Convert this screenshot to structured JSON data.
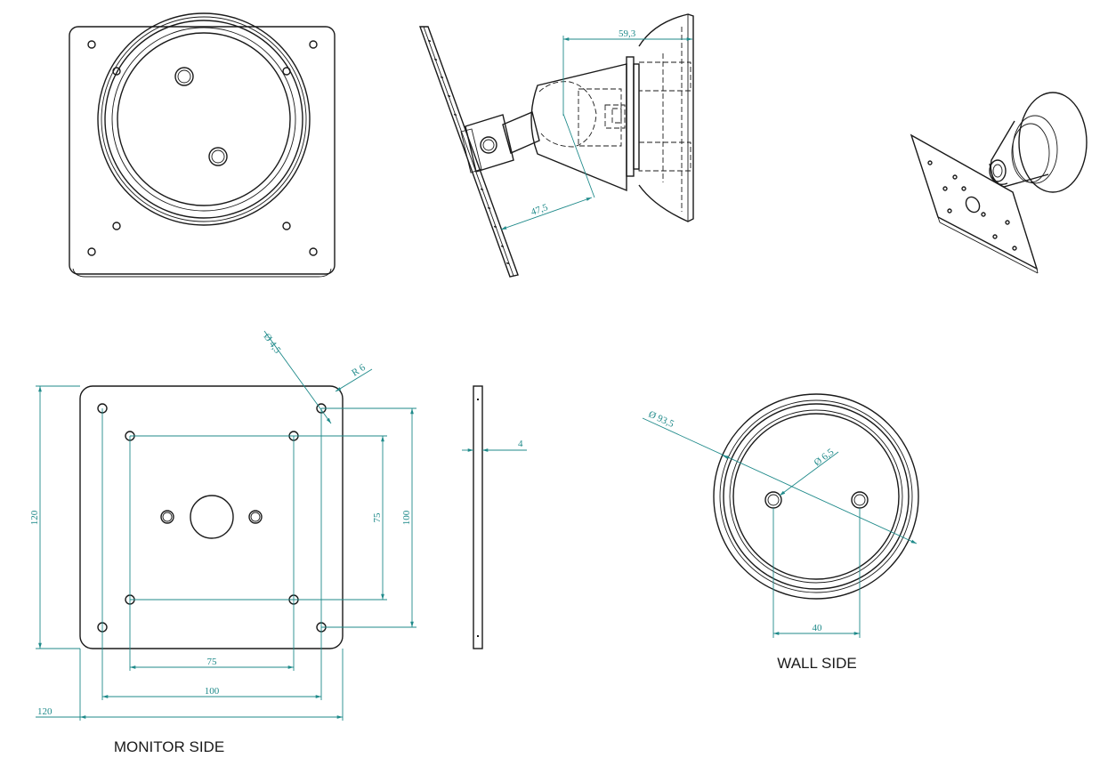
{
  "colors": {
    "line": "#1a1a1a",
    "dimension": "#1f8a8a",
    "background": "#ffffff"
  },
  "captions": {
    "monitor_side": "MONITOR SIDE",
    "wall_side": "WALL SIDE"
  },
  "dimensions": {
    "side_reach": "59,3",
    "side_arm": "47,5",
    "hole_diameter": "Ø 4,5",
    "corner_radius": "R 6",
    "plate_height": "120",
    "plate_width": "120",
    "vesa100_height": "100",
    "vesa75_height": "75",
    "vesa75_width": "75",
    "vesa100_width": "100",
    "plate_thickness": "4",
    "wall_diameter": "Ø 93,5",
    "wall_hole_diameter": "Ø 6,5",
    "wall_hole_spacing": "40"
  }
}
